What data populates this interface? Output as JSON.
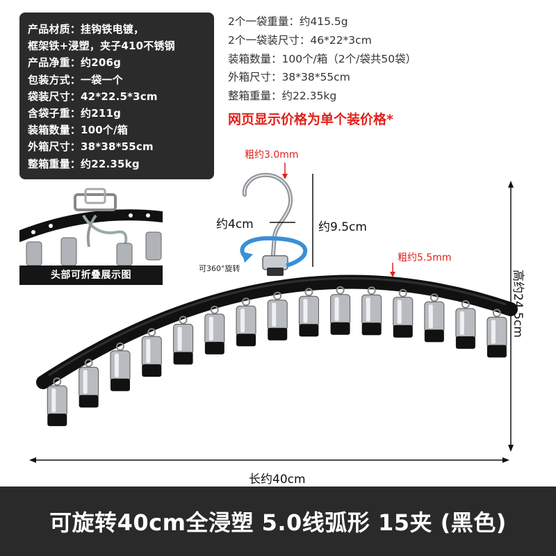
{
  "spec_box": {
    "lines": [
      "产品材质：挂钩铁电镀，",
      "框架铁+浸塑，夹子410不锈钢",
      "产品净重：约206g",
      "包装方式：一袋一个",
      "袋装尺寸：42*22.5*3cm",
      "含袋子重：约211g",
      "装箱数量：100个/箱",
      "外箱尺寸：38*38*55cm",
      "整箱重量：约22.35kg"
    ]
  },
  "spec_right": {
    "lines": [
      "2个一袋重量：约415.5g",
      "2个一袋装尺寸：46*22*3cm",
      "装箱数量：100个/箱（2个/袋共50袋）",
      "外箱尺寸：38*38*55cm",
      "整箱重量：约22.35kg"
    ],
    "note": "网页显示价格为单个装价格*"
  },
  "inset": {
    "caption": "头部可折叠展示图"
  },
  "dimensions": {
    "hook_thickness": "粗约3.0mm",
    "hook_width": "约4cm",
    "hook_height": "约9.5cm",
    "rotate": "可360°旋转",
    "frame_thickness": "粗约5.5mm",
    "height": "高约24.5cm",
    "length": "长约40cm"
  },
  "clip_count": 15,
  "colors": {
    "frame": "#111111",
    "clip_metal": "#b8bcc0",
    "accent_red": "#e0211b",
    "rotate_arrow": "#3a8fd6",
    "title_bg": "#2a2a2a"
  },
  "title": "可旋转40cm全浸塑 5.0线弧形 15夹 (黑色)"
}
